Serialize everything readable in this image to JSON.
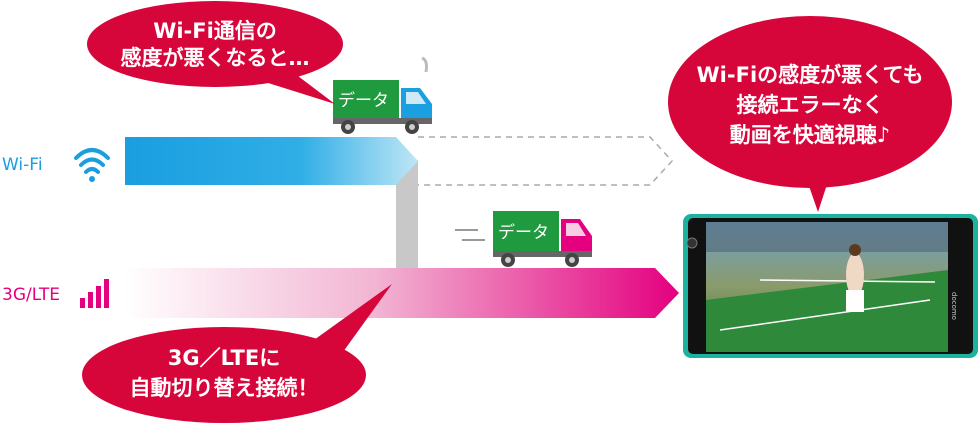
{
  "labels": {
    "wifi": "Wi-Fi",
    "lte": "3G/LTE"
  },
  "bubbles": {
    "wifi_bad": [
      "Wi-Fi通信の",
      "感度が悪くなると…"
    ],
    "result": [
      "Wi-Fiの感度が悪くても",
      "接続エラーなく",
      "動画を快適視聴♪"
    ],
    "switch": [
      "3G／LTEに",
      "自動切り替え接続！"
    ]
  },
  "trucks": {
    "top_label": "データ",
    "bottom_label": "データ"
  },
  "phone": {
    "brand": "docomo"
  },
  "colors": {
    "bubble": "#d7063a",
    "wifi": "#1aa0e0",
    "lte": "#e4007f",
    "truck_box": "#1f9a3e",
    "phone_frame": "#1bb3a0"
  }
}
